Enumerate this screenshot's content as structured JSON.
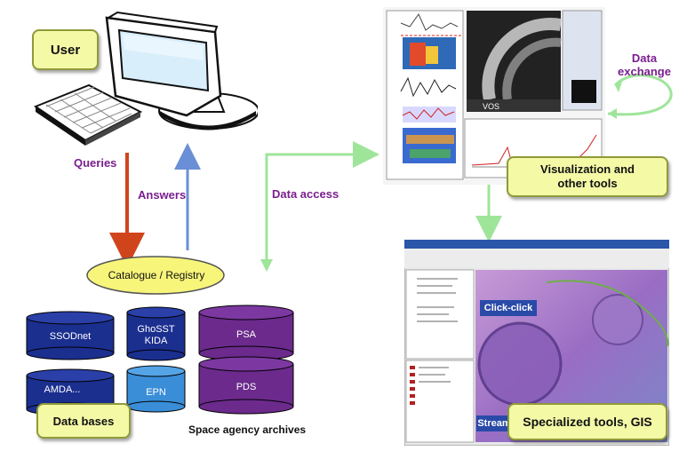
{
  "user_label": "User",
  "queries_label": "Queries",
  "answers_label": "Answers",
  "data_access_label": "Data access",
  "data_exchange_label": "Data\nexchange",
  "catalogue_label": "Catalogue / Registry",
  "visualization_label": "Visualization and\nother tools",
  "gis_label": "Specialized tools, GIS",
  "click_click_label": "Click-click",
  "stream_label": "Stream",
  "databases_label": "Data bases",
  "archives_label": "Space agency archives",
  "databases": {
    "ssodnet": "SSODnet",
    "ghosst": "GhoSST\nKIDA",
    "psa": "PSA",
    "amda": "AMDA...",
    "epn": "EPN",
    "pds": "PDS"
  },
  "colors": {
    "callout_fill": "#f4f9a6",
    "query_arrow": "#d0441c",
    "answer_arrow": "#6a8fd6",
    "data_arrow": "#9ee59a",
    "navy_cylinder": "#1b2f8f",
    "blue_cylinder": "#3a8ed8",
    "purple_cylinder": "#6b2a8c",
    "label_purple": "#7a1f8f"
  }
}
